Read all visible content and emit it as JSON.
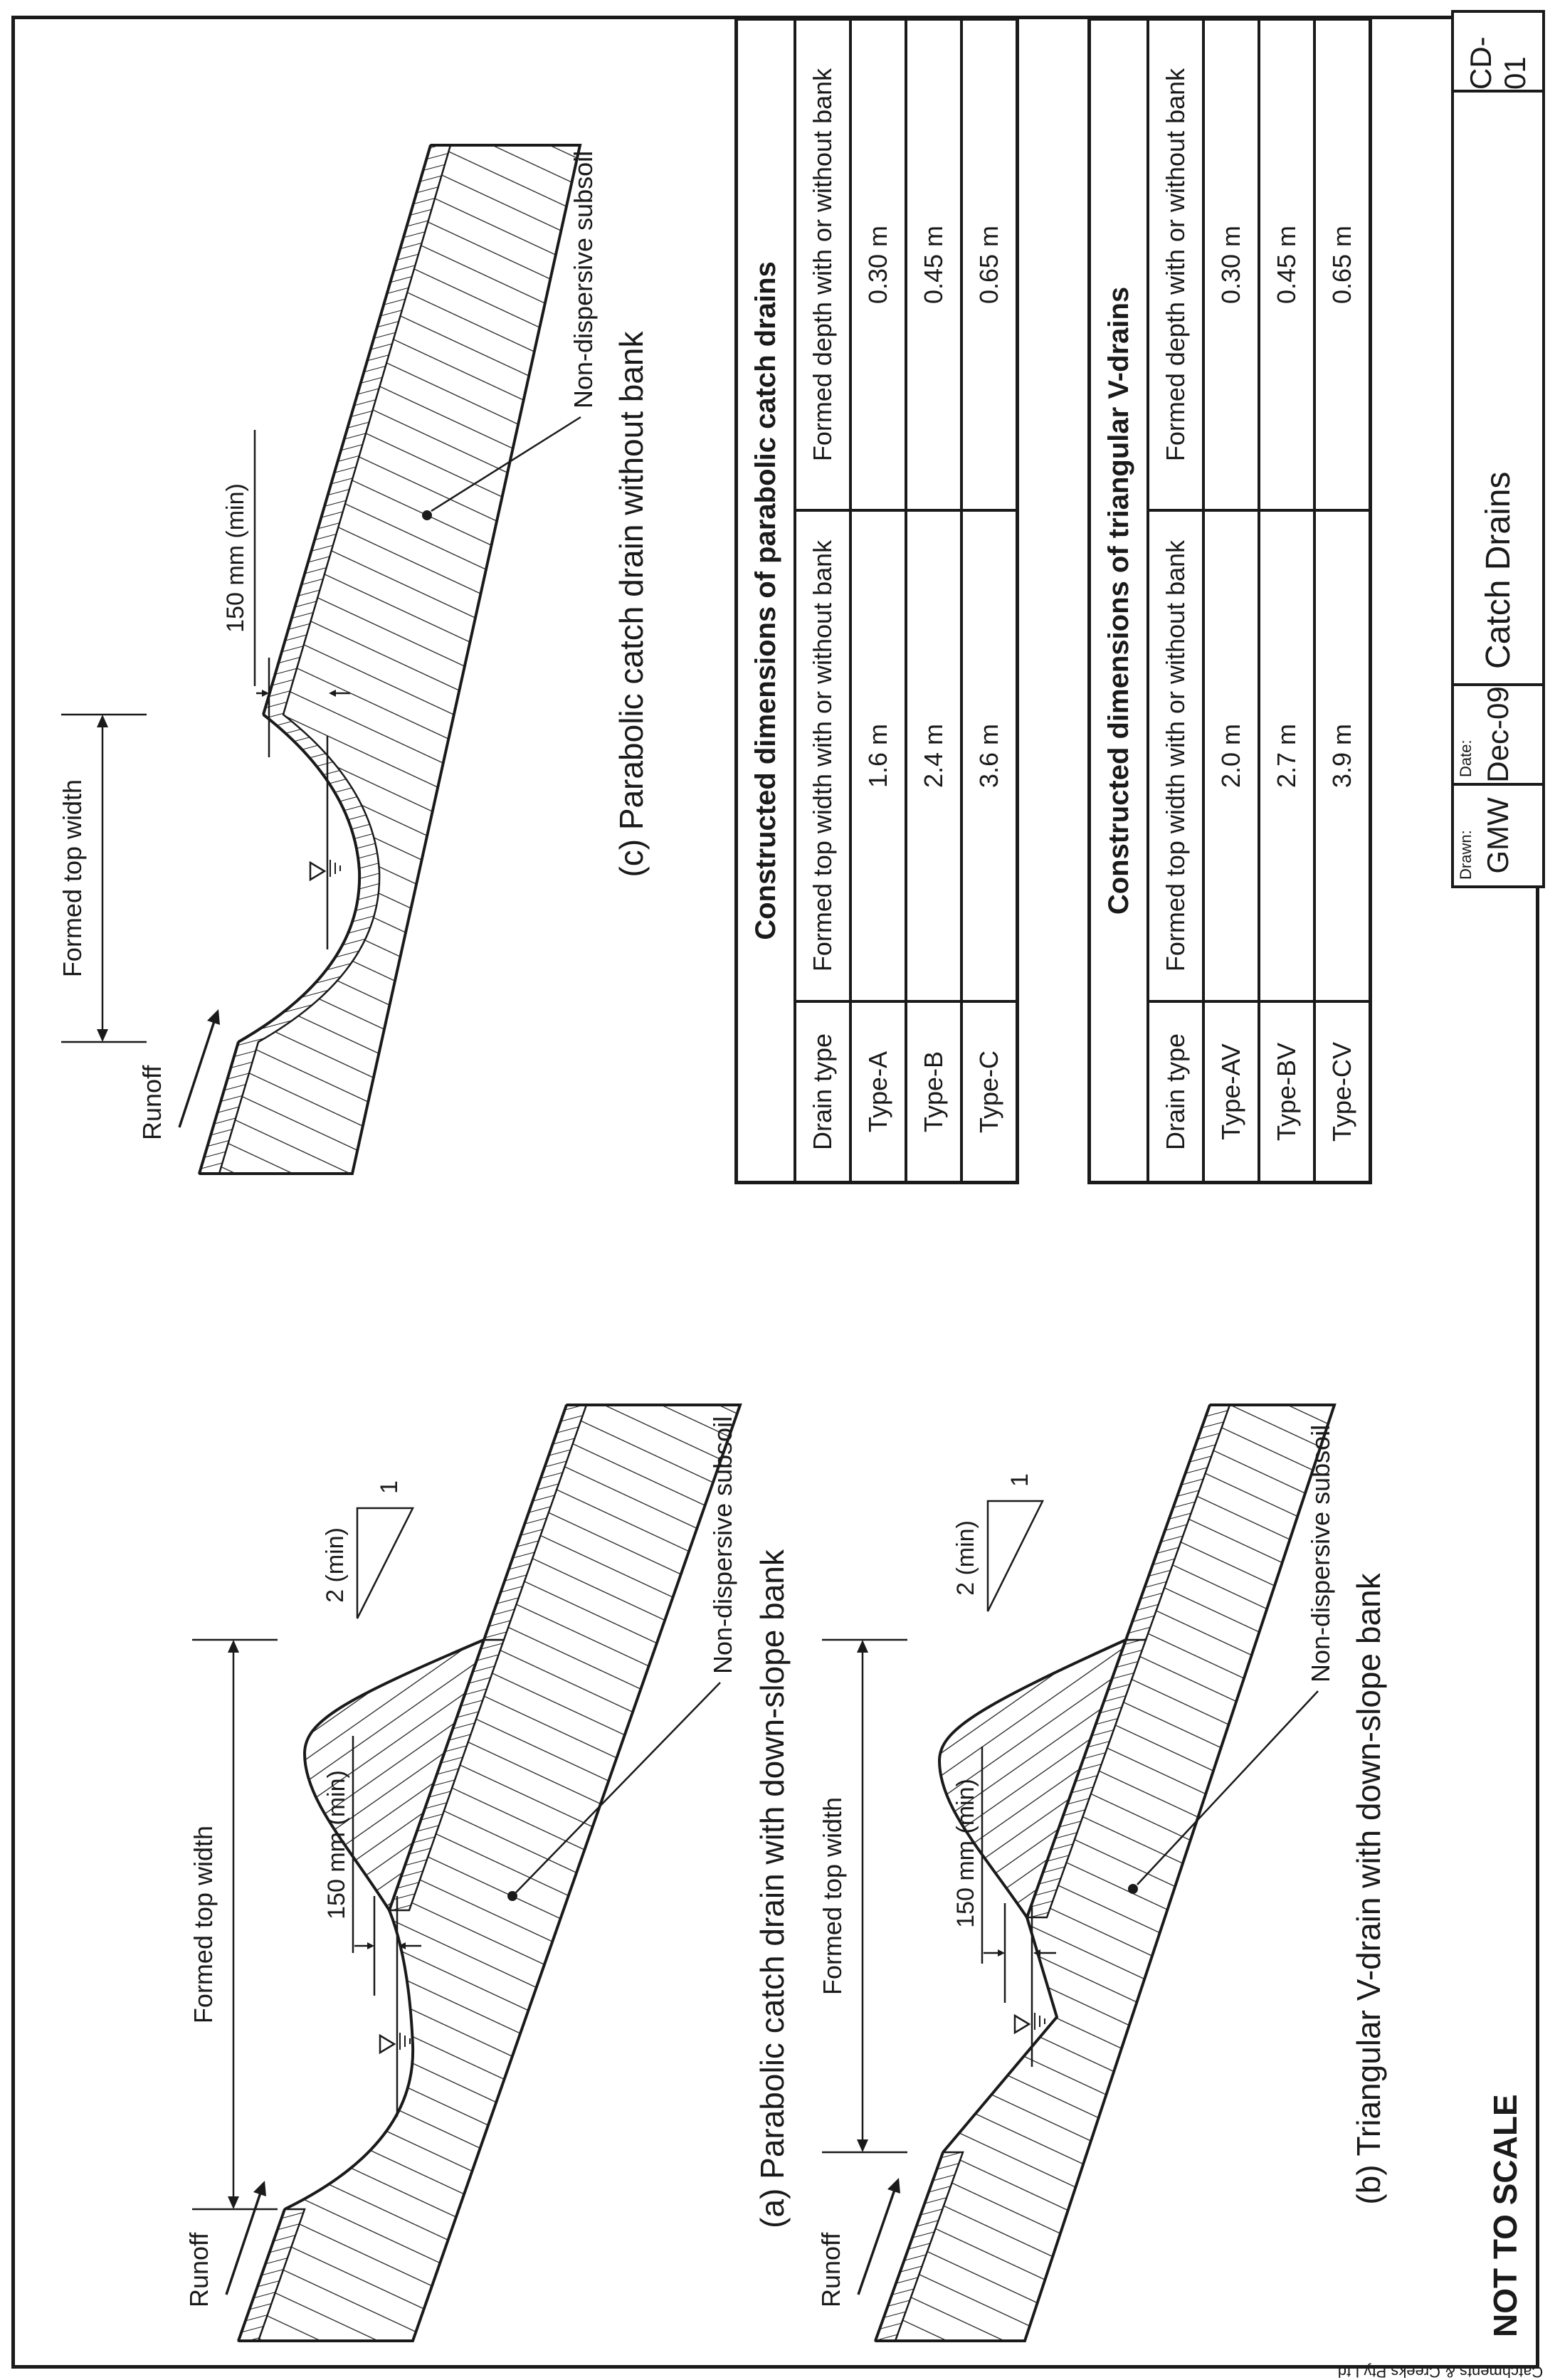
{
  "sheet": {
    "not_to_scale": "NOT TO SCALE",
    "side_note": "Catchments & Creeks Pty Ltd"
  },
  "diagrams": {
    "a": {
      "caption": "(a) Parabolic catch drain with down-slope bank",
      "labels": {
        "runoff": "Runoff",
        "top_width": "Formed top width",
        "depth": "150 mm (min)",
        "slope_h": "2 (min)",
        "slope_v": "1",
        "subsoil": "Non-dispersive subsoil"
      }
    },
    "b": {
      "caption": "(b) Triangular V-drain with down-slope bank",
      "labels": {
        "runoff": "Runoff",
        "top_width": "Formed top width",
        "depth": "150 mm (min)",
        "slope_h": "2 (min)",
        "slope_v": "1",
        "subsoil": "Non-dispersive subsoil"
      }
    },
    "c": {
      "caption": "(c) Parabolic catch drain without bank",
      "labels": {
        "runoff": "Runoff",
        "top_width": "Formed top width",
        "depth": "150 mm (min)",
        "subsoil": "Non-dispersive subsoil"
      }
    }
  },
  "tables": {
    "parabolic": {
      "title": "Constructed dimensions of parabolic catch drains",
      "headers": [
        "Drain type",
        "Formed top width with or without bank",
        "Formed depth with or without bank"
      ],
      "rows": [
        [
          "Type-A",
          "1.6 m",
          "0.30 m"
        ],
        [
          "Type-B",
          "2.4 m",
          "0.45 m"
        ],
        [
          "Type-C",
          "3.6 m",
          "0.65 m"
        ]
      ]
    },
    "vdrain": {
      "title": "Constructed dimensions of triangular V-drains",
      "headers": [
        "Drain type",
        "Formed top width with or without bank",
        "Formed depth with or without bank"
      ],
      "rows": [
        [
          "Type-AV",
          "2.0 m",
          "0.30 m"
        ],
        [
          "Type-BV",
          "2.7 m",
          "0.45 m"
        ],
        [
          "Type-CV",
          "3.9 m",
          "0.65 m"
        ]
      ]
    }
  },
  "title_block": {
    "drawn_label": "Drawn:",
    "drawn_value": "GMW",
    "date_label": "Date:",
    "date_value": "Dec-09",
    "sheet_title": "Catch Drains",
    "sheet_no": "CD-01"
  }
}
